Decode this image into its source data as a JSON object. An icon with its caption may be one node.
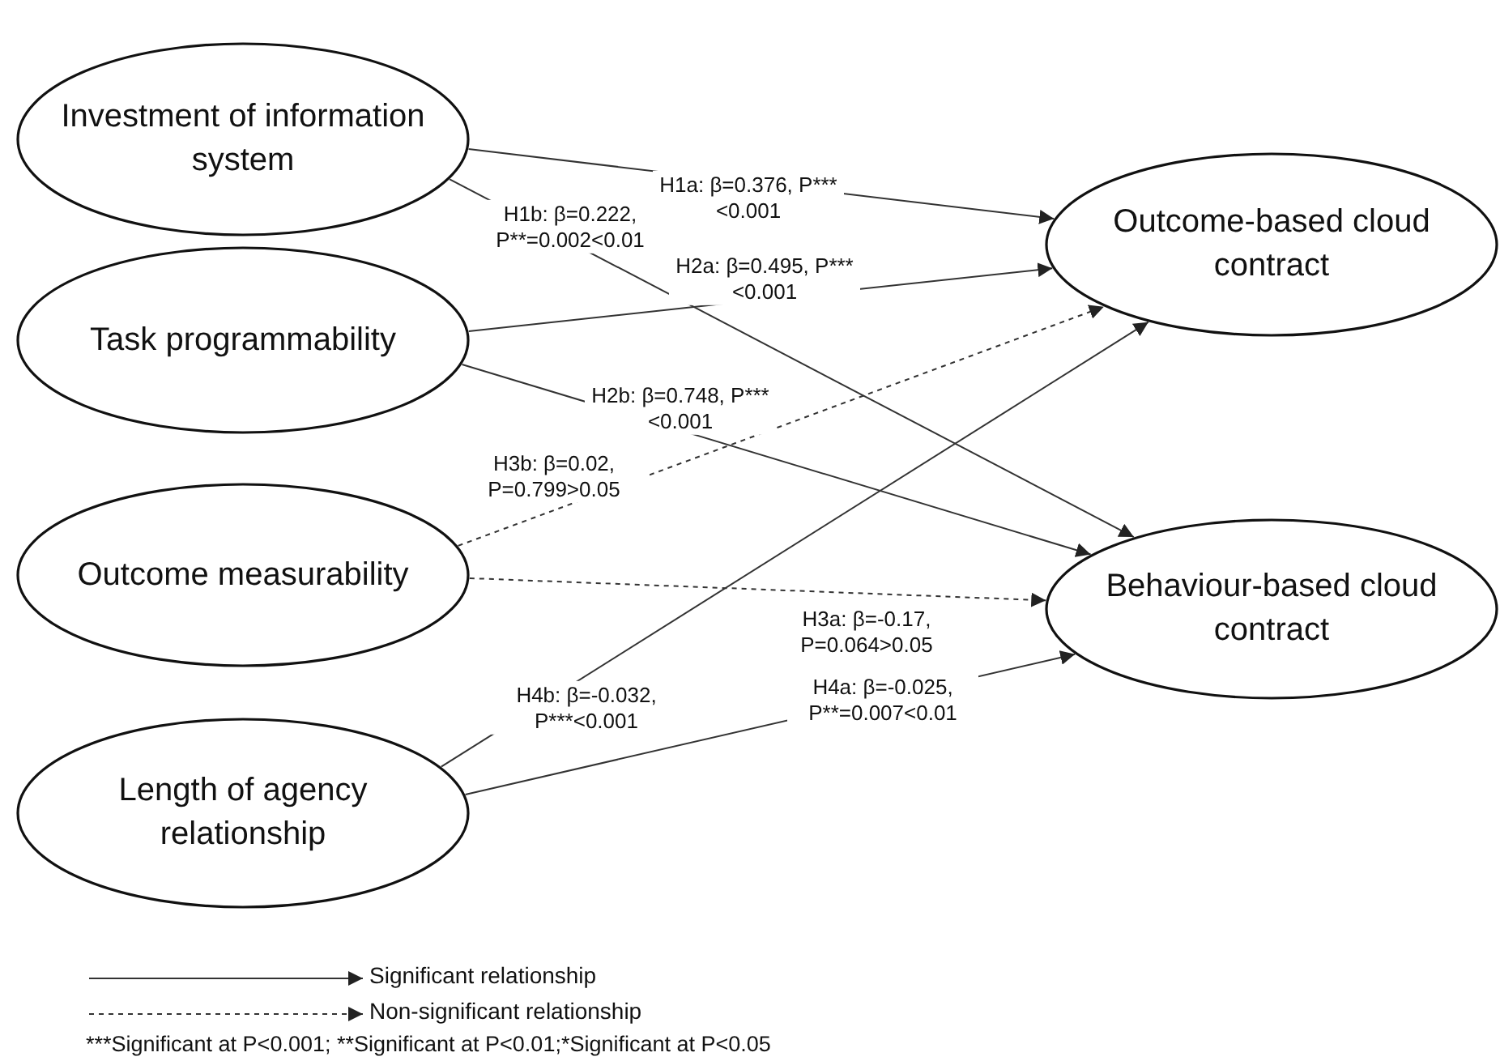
{
  "diagram": {
    "nodes": [
      {
        "text": [
          "Investment of information system"
        ]
      },
      {
        "text": [
          "Task programmability"
        ]
      },
      {
        "text": [
          "Outcome measurability"
        ]
      },
      {
        "text": [
          "Length of agency relationship"
        ]
      },
      {
        "text": [
          "Outcome-based cloud contract"
        ]
      },
      {
        "text": [
          "Behaviour-based cloud contract"
        ]
      }
    ],
    "edges": [
      {
        "from": 0,
        "to": 4,
        "arrow": "to",
        "label": "H1a: β=0.376, P***<0.001"
      },
      {
        "from": 0,
        "to": 5,
        "arrow": "to",
        "label": "H1b: β=0.222, P**=0.002<0.01"
      },
      {
        "from": 1,
        "to": 4,
        "arrow": "to",
        "label": "H2a: β=0.495, P***<0.001"
      },
      {
        "from": 1,
        "to": 5,
        "arrow": "to",
        "label": "H2b: β=0.748, P***<0.001"
      },
      {
        "from": 2,
        "to": 4,
        "arrow": "to",
        "style": "dashed",
        "label": "H3b: β=0.02, P=0.799>0.05"
      },
      {
        "from": 2,
        "to": 5,
        "arrow": "to",
        "style": "dashed",
        "label": "H3a: β=-0.17, P=0.064>0.05"
      },
      {
        "from": 3,
        "to": 4,
        "arrow": "to",
        "label": "H4b: β=-0.032, P***<0.001"
      },
      {
        "from": 3,
        "to": 5,
        "arrow": "to",
        "label": "H4a: β=-0.025, P**=0.007<0.01"
      }
    ],
    "legend": [
      {
        "text": "Significant relationship"
      },
      {
        "text": "Non-significant relationship"
      }
    ],
    "labels": [
      "***Significant at P<0.001; **Significant at P<0.01;*Significant at P<0.05"
    ]
  }
}
